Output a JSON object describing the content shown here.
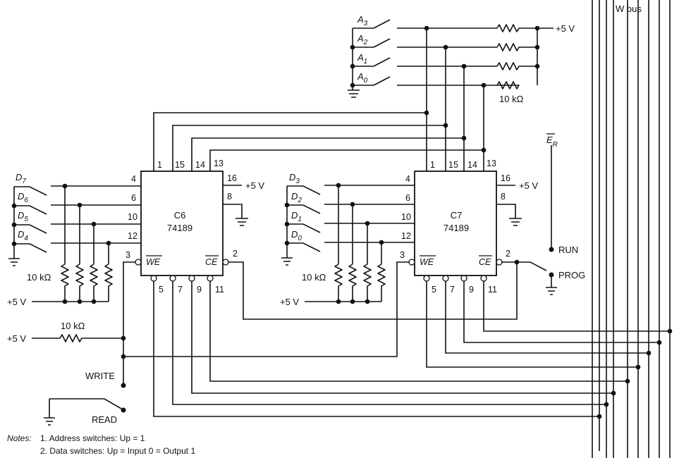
{
  "bus": {
    "label": "W bus"
  },
  "chip_c6": {
    "name": "C6",
    "part": "74189",
    "pins": {
      "p1": "1",
      "p15": "15",
      "p14": "14",
      "p13": "13",
      "p4": "4",
      "p6": "6",
      "p10": "10",
      "p12": "12",
      "p16": "16",
      "p8": "8",
      "p3": "3",
      "p2": "2",
      "p5": "5",
      "p7": "7",
      "p9": "9",
      "p11": "11"
    },
    "we": "WE",
    "ce": "CE"
  },
  "chip_c7": {
    "name": "C7",
    "part": "74189",
    "pins": {
      "p1": "1",
      "p15": "15",
      "p14": "14",
      "p13": "13",
      "p4": "4",
      "p6": "6",
      "p10": "10",
      "p12": "12",
      "p16": "16",
      "p8": "8",
      "p3": "3",
      "p2": "2",
      "p5": "5",
      "p7": "7",
      "p9": "9",
      "p11": "11"
    },
    "we": "WE",
    "ce": "CE"
  },
  "address_switches": {
    "labels": [
      "A",
      "A",
      "A",
      "A"
    ],
    "subs": [
      "3",
      "2",
      "1",
      "0"
    ]
  },
  "data_switches_hi": {
    "labels": [
      "D",
      "D",
      "D",
      "D"
    ],
    "subs": [
      "7",
      "6",
      "5",
      "4"
    ]
  },
  "data_switches_lo": {
    "labels": [
      "D",
      "D",
      "D",
      "D"
    ],
    "subs": [
      "3",
      "2",
      "1",
      "0"
    ]
  },
  "power": {
    "vcc": "+5 V"
  },
  "resistors": {
    "value": "10 kΩ"
  },
  "controls": {
    "er": "E",
    "er_sub": "R",
    "run": "RUN",
    "prog": "PROG",
    "write": "WRITE",
    "read": "READ"
  },
  "notes": {
    "heading": "Notes:",
    "line1": "1.  Address switches:  Up = 1",
    "line2": "2.  Data switches:  Up = Input 0 = Output 1"
  }
}
